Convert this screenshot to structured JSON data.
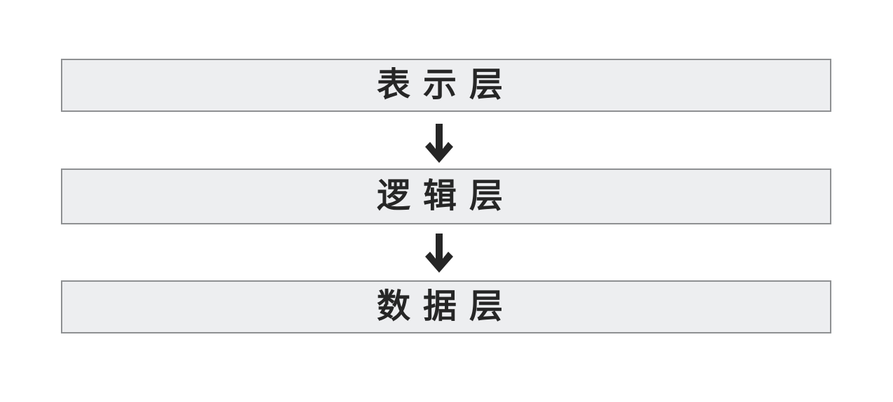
{
  "diagram": {
    "layers": [
      {
        "label": "表示层"
      },
      {
        "label": "逻辑层"
      },
      {
        "label": "数据层"
      }
    ],
    "connectors": [
      {
        "glyph": "↓"
      },
      {
        "glyph": "↓"
      }
    ],
    "colors": {
      "page_bg": "#ffffff",
      "box_bg": "#edeef0",
      "box_border": "#8e9092",
      "text": "#262626",
      "arrow": "#262626"
    }
  }
}
